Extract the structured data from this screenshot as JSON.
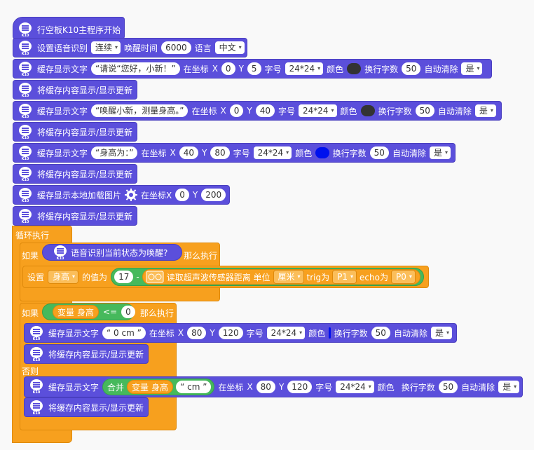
{
  "common": {
    "badge_tag": "K10",
    "arrow": "▾",
    "x_label": "X",
    "y_label": "Y",
    "font_size_label": "字号",
    "color_label": "颜色",
    "wrap_label": "换行字数",
    "autoclear_label": "自动清除",
    "at_label": "在坐标",
    "cache_text_label": "缓存显示文字",
    "refresh_label": "将缓存内容显示/显示更新",
    "colors": {
      "dark": "#333333",
      "blue": "#0011ee"
    }
  },
  "start": {
    "label": "行空板K10主程序开始"
  },
  "voice": {
    "label": "设置语音识别",
    "mode": "连续",
    "wake_label": "唤醒时间",
    "wake_value": "6000",
    "lang_label": "语言",
    "lang_value": "中文"
  },
  "text1": {
    "text": "“请说“您好，小新！”",
    "x": "0",
    "y": "5",
    "size": "24*24",
    "wrap": "50",
    "clear": "是"
  },
  "text2": {
    "text": "“唤醒小新，测量身高。”",
    "x": "0",
    "y": "40",
    "size": "24*24",
    "wrap": "50",
    "clear": "是"
  },
  "text3": {
    "text": "“身高为：”",
    "x": "40",
    "y": "80",
    "size": "24*24",
    "wrap": "50",
    "clear": "是"
  },
  "image": {
    "label": "缓存显示本地加载图片",
    "at_label": "在坐标X",
    "x": "0",
    "y": "200"
  },
  "loop": {
    "label": "循环执行"
  },
  "if1": {
    "if_label": "如果",
    "cond": "语音识别当前状态为唤醒?",
    "then_label": "那么执行"
  },
  "set": {
    "label": "设置",
    "var": "身高",
    "value_label": "的值为",
    "value": "17",
    "minus": "-",
    "sensor_label": "读取超声波传感器距离 单位",
    "unit": "厘米",
    "trig_label": "trig为",
    "trig": "P1",
    "echo_label": "echo为",
    "echo": "P0"
  },
  "if2": {
    "if_label": "如果",
    "var_label": "变量",
    "var": "身高",
    "op": "<=",
    "value": "0",
    "then_label": "那么执行",
    "else_label": "否则"
  },
  "text4": {
    "text": "“ 0 cm ”",
    "x": "80",
    "y": "120",
    "size": "24*24",
    "wrap": "50",
    "clear": "是"
  },
  "text5": {
    "join_label": "合并",
    "var_label": "变量",
    "var": "身高",
    "suffix": "“ cm ”",
    "x": "80",
    "y": "120",
    "size": "24*24",
    "wrap": "50",
    "clear": "是"
  }
}
